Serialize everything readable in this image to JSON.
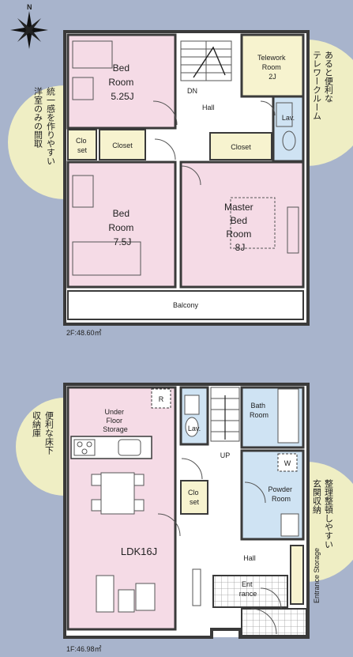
{
  "compass": {
    "north": "N"
  },
  "colors": {
    "background": "#a8b4cc",
    "bedroom": "#f5dbe6",
    "wet": "#cfe3f3",
    "closet": "#f7f3cf",
    "floor": "#ffffff",
    "wall": "#3a3a3a",
    "note_bubble": "#efeec4"
  },
  "floor2": {
    "area_label": "2F:48.60㎡",
    "rooms": {
      "bed_nw": [
        "Bed",
        "Room",
        "5.25J"
      ],
      "bed_sw": [
        "Bed",
        "Room",
        "7.5J"
      ],
      "master": [
        "Master",
        "Bed",
        "Room",
        "8J"
      ],
      "telework": [
        "Telework",
        "Room",
        "2J"
      ],
      "hall": "Hall",
      "dn": "DN",
      "closet_small": [
        "Clo",
        "set"
      ],
      "closet_mid": "Closet",
      "closet_master": "Closet",
      "lavatory": "Lav.",
      "balcony": "Balcony"
    },
    "notes": {
      "left": [
        "統一感を作りやすい",
        "洋室のみの間取"
      ],
      "right": [
        "あると便利な",
        "テレワークルーム"
      ]
    }
  },
  "floor1": {
    "area_label": "1F:46.98㎡",
    "rooms": {
      "ldk": "LDK16J",
      "under_floor": [
        "Under",
        "Floor",
        "Storage"
      ],
      "refrigerator": "R",
      "lavatory": "Lav.",
      "closet": [
        "Clo",
        "set"
      ],
      "up": "UP",
      "bath": [
        "Bath",
        "Room"
      ],
      "washer": "W",
      "powder": [
        "Powder",
        "Room"
      ],
      "hall": "Hall",
      "entrance": [
        "Ent",
        "rance"
      ],
      "entrance_storage": "Entrance Storage"
    },
    "notes": {
      "left": [
        "便利な床下",
        "収納庫"
      ],
      "right": [
        "整理整頓しやすい",
        "玄関収納"
      ]
    }
  }
}
